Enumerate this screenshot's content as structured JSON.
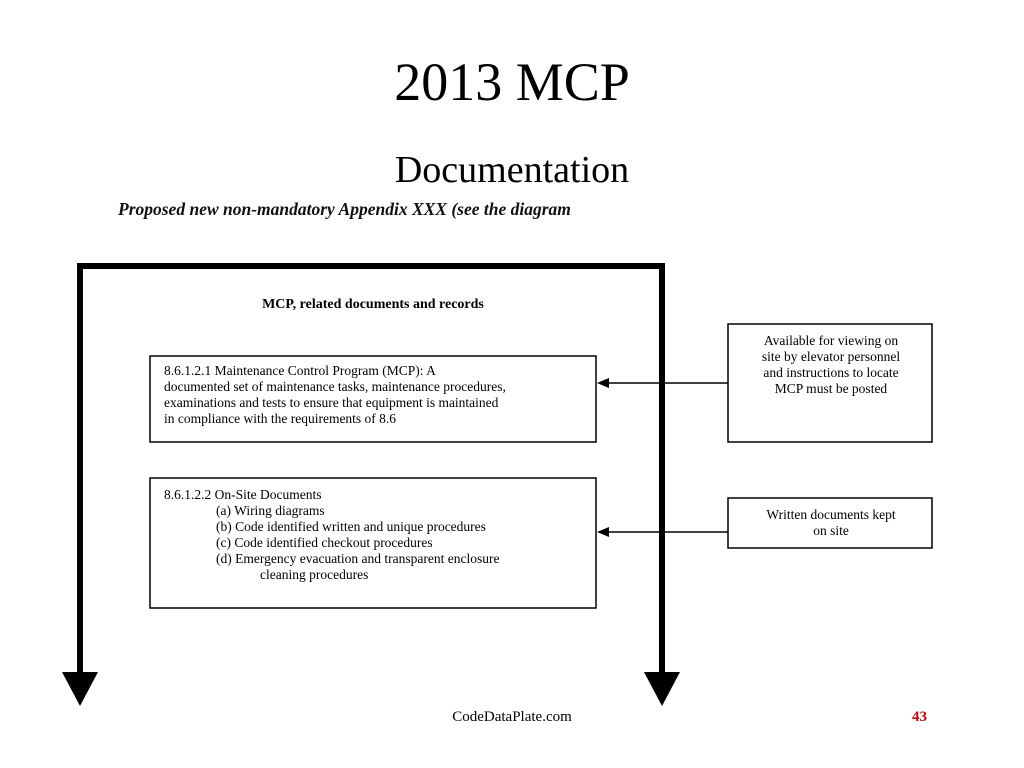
{
  "slide": {
    "title": "2013 MCP",
    "subtitle": "Documentation",
    "appendix_note": "Proposed new non-mandatory Appendix XXX (see the diagram",
    "footer": "CodeDataPlate.com",
    "page_number": "43"
  },
  "diagram": {
    "heading": "MCP, related documents and records",
    "mcp_box": {
      "lines": [
        "8.6.1.2.1 Maintenance Control Program (MCP):  A",
        "documented set of maintenance tasks, maintenance procedures,",
        "examinations and tests to ensure that equipment is maintained",
        "in compliance with the requirements of 8.6"
      ]
    },
    "onsite_box": {
      "heading": "8.6.1.2.2 On-Site Documents",
      "items": [
        "(a) Wiring diagrams",
        "(b) Code identified written and unique procedures",
        "(c) Code identified checkout procedures",
        "(d) Emergency evacuation and transparent enclosure"
      ],
      "item_continuation": "cleaning procedures"
    },
    "mcp_note": {
      "lines": [
        "Available for viewing on",
        "site by elevator personnel",
        "and instructions to locate",
        "MCP must be posted"
      ]
    },
    "docs_note": {
      "lines": [
        "Written documents kept",
        "on site"
      ]
    }
  }
}
